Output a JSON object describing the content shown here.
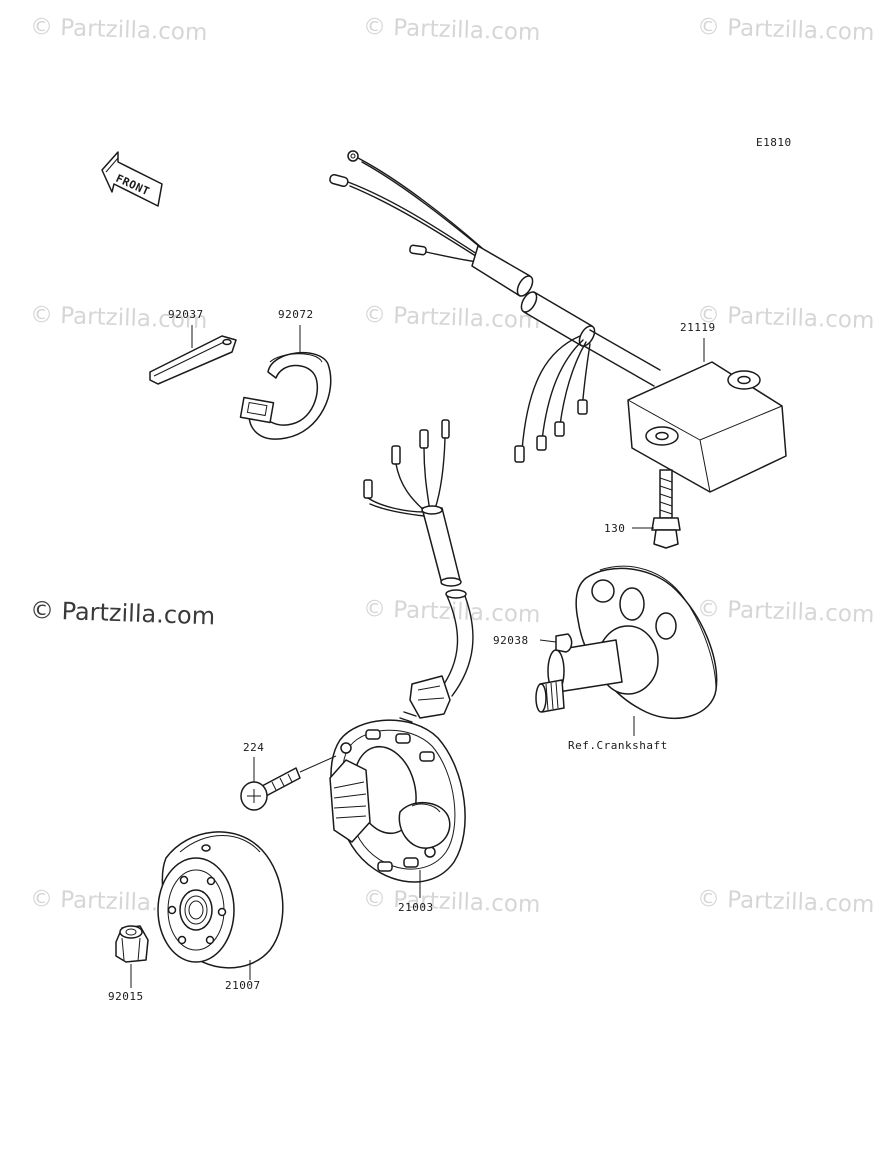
{
  "diagram_code": "E1810",
  "front_label": "FRONT",
  "watermarks": [
    "© Partzilla.com",
    "© Partzilla.com",
    "© Partzilla.com",
    "© Partzilla.com",
    "© Partzilla.com",
    "© Partzilla.com",
    "© Partzilla.com",
    "© Partzilla.com",
    "© Partzilla.com",
    "© Partzilla.com",
    "© Partzilla.com",
    "© Partzilla.com"
  ],
  "parts": {
    "p92037": "92037",
    "p92072": "92072",
    "p21119": "21119",
    "p130": "130",
    "p92038": "92038",
    "ref_crankshaft": "Ref.Crankshaft",
    "p224": "224",
    "p21003": "21003",
    "p21007": "21007",
    "p92015": "92015"
  },
  "colors": {
    "line": "#1a1a1a",
    "watermark": "#d6d6d6",
    "background": "#ffffff"
  }
}
